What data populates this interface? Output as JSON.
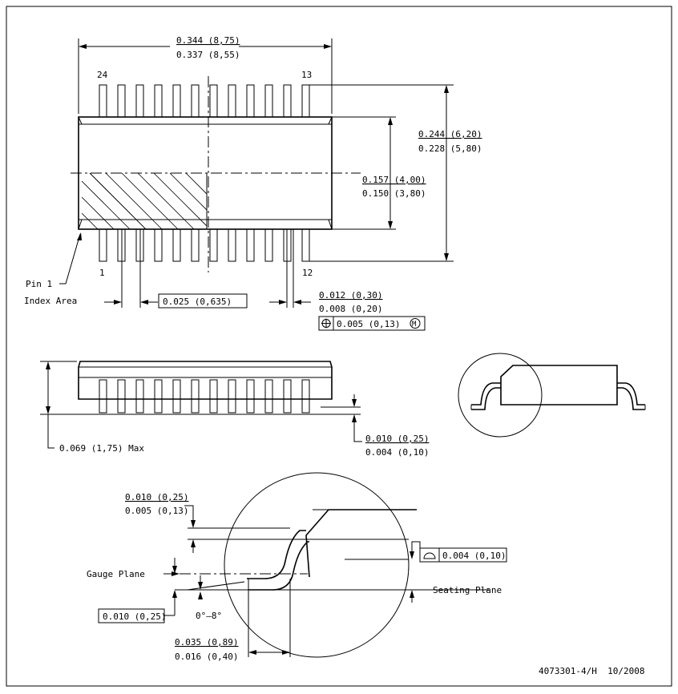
{
  "top_view": {
    "length_max": "0.344 (8,75)",
    "length_min": "0.337 (8,55)",
    "overall_width_max": "0.244 (6,20)",
    "overall_width_min": "0.228 (5,80)",
    "body_width_max": "0.157 (4,00)",
    "body_width_min": "0.150 (3,80)",
    "pin_top_left": "24",
    "pin_top_right": "13",
    "pin_bottom_left": "1",
    "pin_bottom_right": "12",
    "pin1_label_line1": "Pin 1",
    "pin1_label_line2": "Index Area",
    "pitch": "0.025 (0,635)",
    "lead_width_max": "0.012 (0,30)",
    "lead_width_min": "0.008 (0,20)",
    "position_tolerance": "0.005 (0,13)",
    "position_modifier": "M"
  },
  "side_view": {
    "height_max": "0.069 (1,75) Max",
    "standoff_max": "0.010 (0,25)",
    "standoff_min": "0.004 (0,10)"
  },
  "detail_view": {
    "lead_thickness_max": "0.010 (0,25)",
    "lead_thickness_min": "0.005 (0,13)",
    "gauge_plane_label": "Gauge Plane",
    "gauge_plane_dim": "0.010 (0,25)",
    "angle": "0°–8°",
    "flatness": "0.004 (0,10)",
    "seating_plane_label": "Seating Plane",
    "foot_length_max": "0.035 (0,89)",
    "foot_length_min": "0.016 (0,40)"
  },
  "footer": {
    "drawing_number": "4073301-4/H  10/2008"
  }
}
